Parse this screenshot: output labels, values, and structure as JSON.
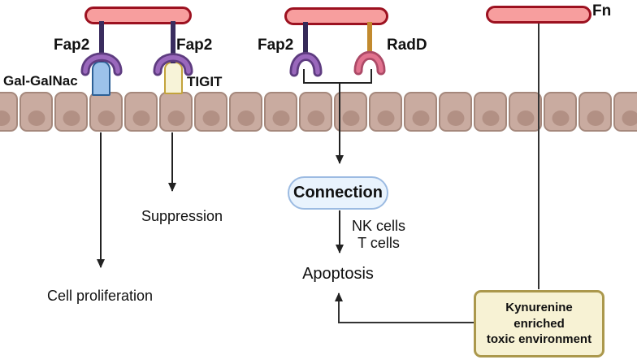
{
  "figure": {
    "labels": {
      "fap2": "Fap2",
      "gal_galnac": "Gal-GalNac",
      "tigit": "TIGIT",
      "radd": "RadD",
      "fn": "Fn",
      "connection": "Connection",
      "nk_cells": "NK cells",
      "t_cells": "T cells",
      "apoptosis": "Apoptosis",
      "suppression": "Suppression",
      "cell_proliferation": "Cell proliferation",
      "kynurenine": {
        "line1": "Kynurenine",
        "line2": "enriched",
        "line3": "toxic environment"
      }
    },
    "colors": {
      "bacterium_fill": "#f79e9e",
      "bacterium_border": "#9c1120",
      "fap2_pilus": "#3a2d5f",
      "fap2_arc_fill": "#9a68bc",
      "fap2_arc_border": "#5e3c80",
      "radd_pilus": "#c28a2e",
      "radd_arc_fill": "#e2738f",
      "radd_arc_border": "#ac4a67",
      "galgalnac_fill": "#9cc2ea",
      "galgalnac_border": "#2d6096",
      "tigit_fill": "#f7f3d8",
      "tigit_border": "#c3a33c",
      "cell_fill": "#c9aba0",
      "cell_border": "#a5887c",
      "nucleus_fill": "#b29084",
      "connection_fill": "#e9f3fd",
      "connection_border": "#9cbbe2",
      "kynurenine_fill": "#f7f2d4",
      "kynurenine_border": "#ab984c",
      "arrow": "#222222"
    }
  }
}
